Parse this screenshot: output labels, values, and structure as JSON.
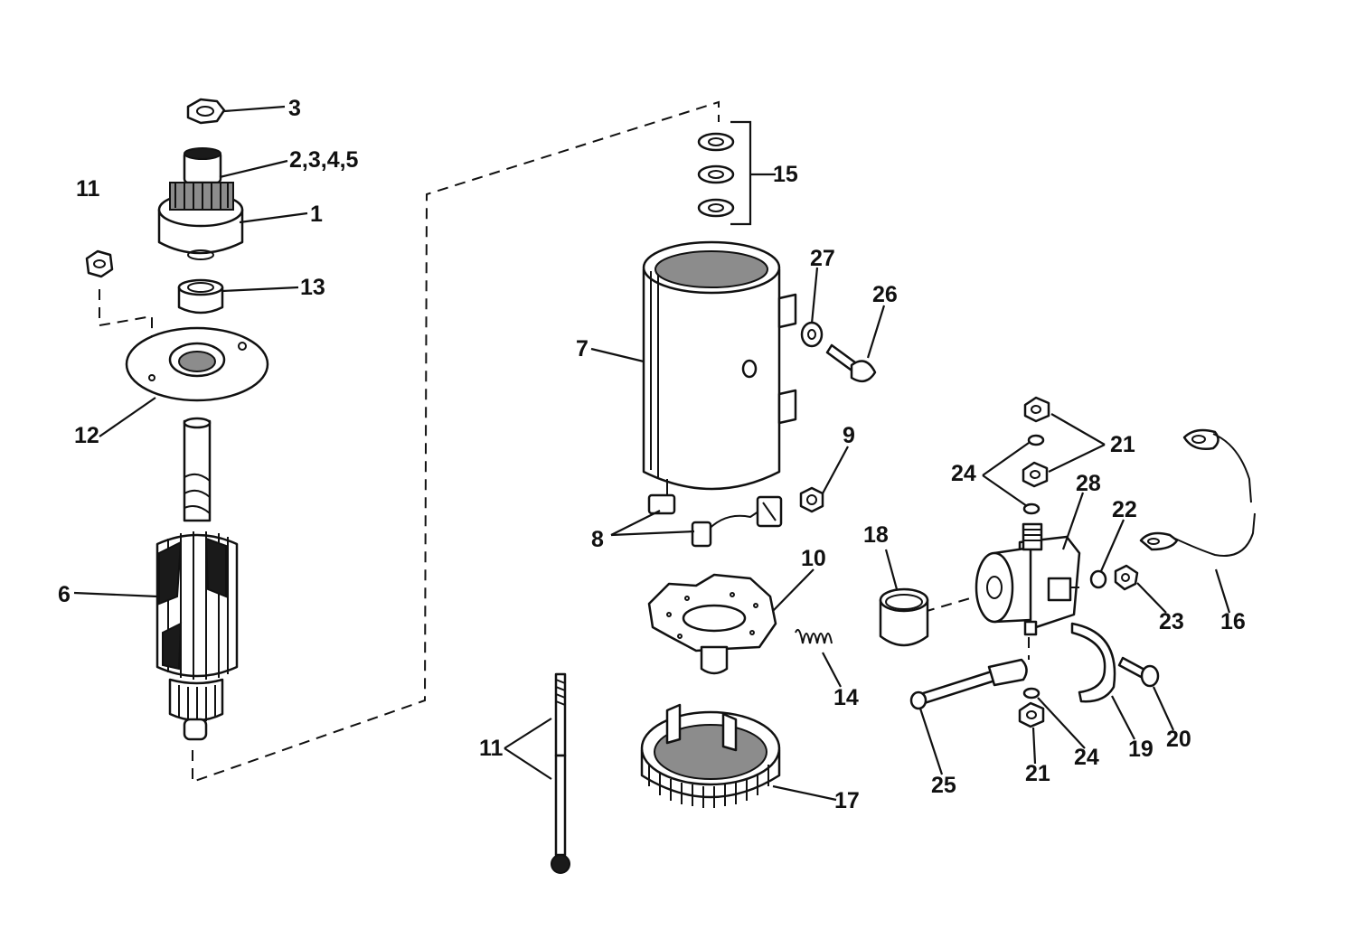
{
  "labels": {
    "l1": "1",
    "l2": "2,3,4,5",
    "l3": "3",
    "l6": "6",
    "l7": "7",
    "l8": "8",
    "l9": "9",
    "l10": "10",
    "l11a": "11",
    "l11b": "11",
    "l12": "12",
    "l13": "13",
    "l14": "14",
    "l15": "15",
    "l16": "16",
    "l17": "17",
    "l18": "18",
    "l19": "19",
    "l20": "20",
    "l21a": "21",
    "l21b": "21",
    "l22": "22",
    "l23": "23",
    "l24a": "24",
    "l24b": "24",
    "l25": "25",
    "l26": "26",
    "l27": "27",
    "l28": "28"
  }
}
